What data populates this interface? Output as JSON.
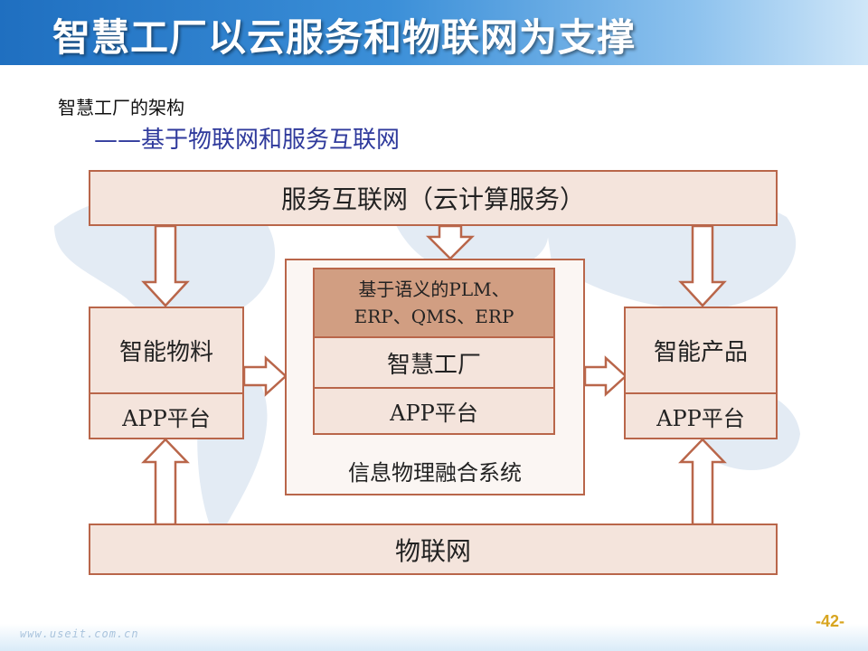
{
  "slide": {
    "title": "智慧工厂以云服务和物联网为支撑",
    "subtitle": "智慧工厂的架构",
    "subtitle_sub": "——基于物联网和服务互联网",
    "page_number": "-42-",
    "site_watermark": "www.useit.com.cn"
  },
  "diagram": {
    "top_box": "服务互联网（云计算服务）",
    "bottom_box": "物联网",
    "left": {
      "title": "智能物料",
      "platform": "APP平台"
    },
    "center": {
      "semantic_line1": "基于语义的PLM、",
      "semantic_line2": "ERP、QMS、ERP",
      "factory": "智慧工厂",
      "platform": "APP平台",
      "container_label": "信息物理融合系统"
    },
    "right": {
      "title": "智能产品",
      "platform": "APP平台"
    }
  },
  "colors": {
    "title_bar": "#2a7fcf",
    "box_fill": "#f4e4dc",
    "box_border": "#b9664a",
    "semantic_fill": "#d19e82",
    "subtitle_blue": "#2f3a9c",
    "page_number": "#d8a520"
  }
}
